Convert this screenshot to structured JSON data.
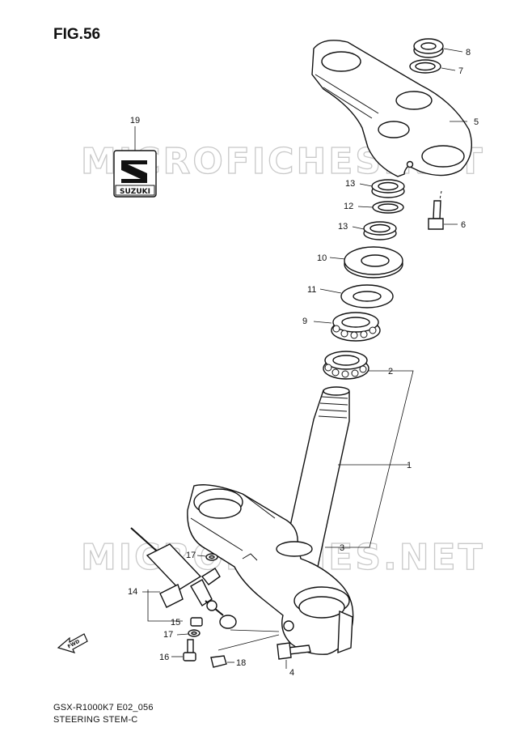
{
  "figure": {
    "title": "FIG.56",
    "model_code": "GSX-R1000K7 E02_056",
    "section_name": "STEERING STEM-C",
    "watermark": "MICROFICHES.NET"
  },
  "logo": {
    "text": "SUZUKI",
    "callout": "19"
  },
  "fwd_label": "FWD",
  "callouts": {
    "c1": "1",
    "c2": "2",
    "c3": "3",
    "c4": "4",
    "c5": "5",
    "c6": "6",
    "c7": "7",
    "c8": "8",
    "c9": "9",
    "c10": "10",
    "c11": "11",
    "c12": "12",
    "c13a": "13",
    "c13b": "13",
    "c14": "14",
    "c15": "15",
    "c16": "16",
    "c17a": "17",
    "c17b": "17",
    "c18": "18"
  }
}
